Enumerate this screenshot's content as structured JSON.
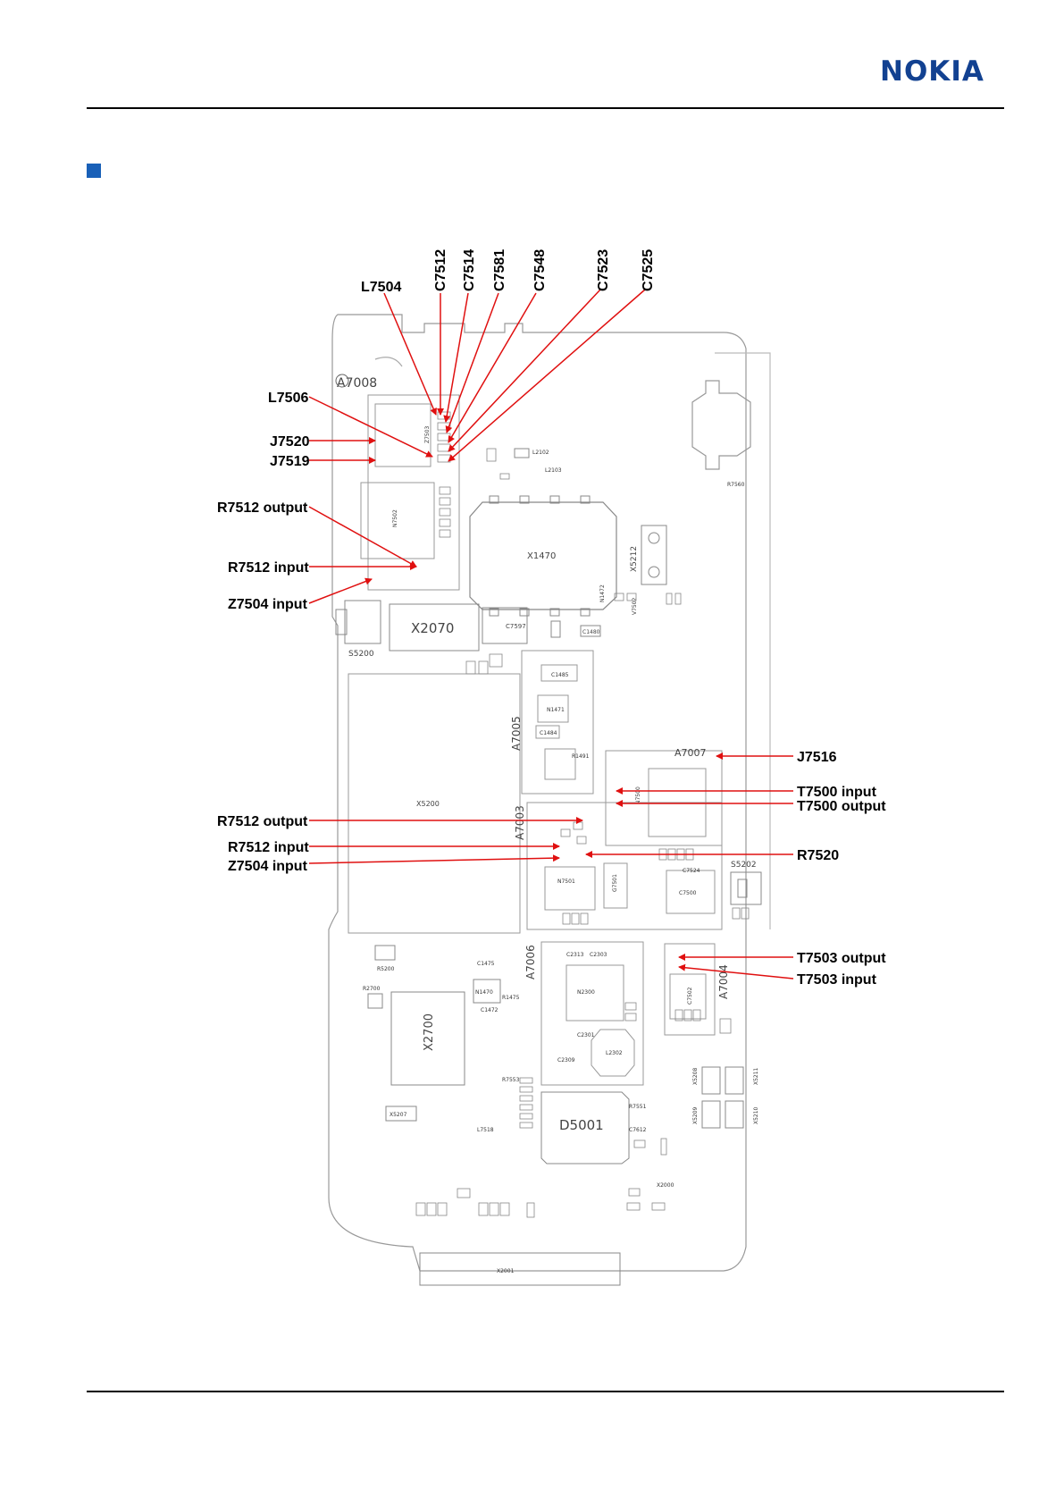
{
  "header": {
    "logo_text": "NOKIA",
    "logo_color": "#124191",
    "section_marker_color": "#1960b8"
  },
  "callouts": {
    "L7504": "L7504",
    "C7512": "C7512",
    "C7514": "C7514",
    "C7581": "C7581",
    "C7548": "C7548",
    "C7523": "C7523",
    "C7525": "C7525",
    "L7506": "L7506",
    "J7520": "J7520",
    "J7519": "J7519",
    "R7512_output_top": "R7512 output",
    "R7512_input_top": "R7512 input",
    "Z7504_input_top": "Z7504 input",
    "J7516": "J7516",
    "T7500_input": "T7500 input",
    "T7500_output": "T7500 output",
    "R7512_output_mid": "R7512 output",
    "R7512_input_mid": "R7512 input",
    "Z7504_input_mid": "Z7504 input",
    "R7520": "R7520",
    "T7503_output": "T7503 output",
    "T7503_input": "T7503 input"
  },
  "board_labels": {
    "A7008": "A7008",
    "A7007": "A7007",
    "A7005": "A7005",
    "A7003": "A7003",
    "A7006": "A7006",
    "A7004": "A7004",
    "X1470": "X1470",
    "X2070": "X2070",
    "X5200": "X5200",
    "X2700": "X2700",
    "D5001": "D5001",
    "X2001": "X2001",
    "S5200": "S5200",
    "S5202": "S5202",
    "N2300": "N2300",
    "N7501": "N7501",
    "N7502": "N7502",
    "Z7503": "Z7503",
    "C7597": "C7597",
    "C1480": "C1480",
    "C7500": "C7500",
    "G7501": "G7501",
    "R7560": "R7560",
    "L2302": "L2302",
    "X5207": "X5207",
    "N1470": "N1470",
    "R5200": "R5200",
    "R2700": "R2700",
    "X5212": "X5212",
    "N1472": "N1472",
    "C1485": "C1485",
    "C1484": "C1484",
    "R1491": "R1491",
    "N1471": "N1471",
    "X5208": "X5208",
    "X5209": "X5209",
    "X5210": "X5210",
    "X5211": "X5211",
    "C7502": "C7502",
    "N7500": "N7500",
    "L2102": "L2102",
    "L2103": "L2103",
    "V7502": "V7502",
    "C1475": "C1475",
    "C1472": "C1472",
    "R1475": "R1475",
    "C2313": "C2313",
    "C2303": "C2303",
    "C2301": "C2301",
    "C2309": "C2309",
    "C7524": "C7524",
    "L7518": "L7518",
    "X2000": "X2000",
    "R7551": "R7551",
    "C7612": "C7612",
    "R7553": "R7553"
  }
}
